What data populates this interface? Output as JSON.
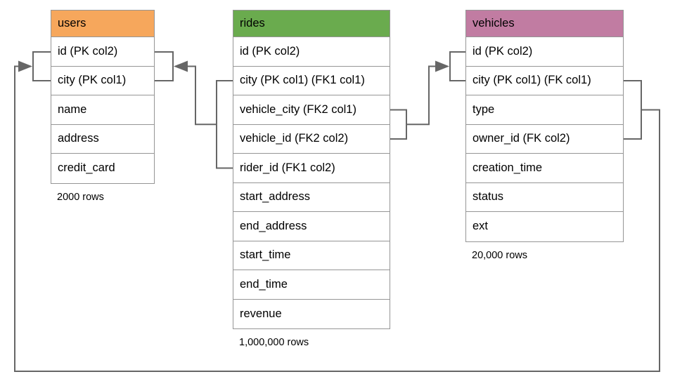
{
  "diagram": {
    "tables": [
      {
        "name": "users",
        "header_color": "#f6a75c",
        "columns": [
          "id (PK col2)",
          "city (PK col1)",
          "name",
          "address",
          "credit_card"
        ],
        "row_count": "2000 rows"
      },
      {
        "name": "rides",
        "header_color": "#6aab4e",
        "columns": [
          "id (PK col2)",
          "city (PK col1) (FK1 col1)",
          "vehicle_city (FK2 col1)",
          "vehicle_id (FK2 col2)",
          "rider_id (FK1 col2)",
          "start_address",
          "end_address",
          "start_time",
          "end_time",
          "revenue"
        ],
        "row_count": "1,000,000 rows"
      },
      {
        "name": "vehicles",
        "header_color": "#c17ca2",
        "columns": [
          "id (PK col2)",
          "city (PK col1) (FK col1)",
          "type",
          "owner_id (FK col2)",
          "creation_time",
          "status",
          "ext"
        ],
        "row_count": "20,000 rows"
      }
    ],
    "relationships": [
      {
        "label": "FK1",
        "from": "rides (city, rider_id)",
        "to": "users (id, city)"
      },
      {
        "label": "FK2",
        "from": "rides (vehicle_city, vehicle_id)",
        "to": "vehicles (id, city)"
      },
      {
        "label": "FK",
        "from": "vehicles (city, owner_id)",
        "to": "users (id, city)"
      }
    ],
    "colors": {
      "table_border": "#959595",
      "connector": "#666666",
      "text": "#000000",
      "background": "#ffffff"
    }
  }
}
